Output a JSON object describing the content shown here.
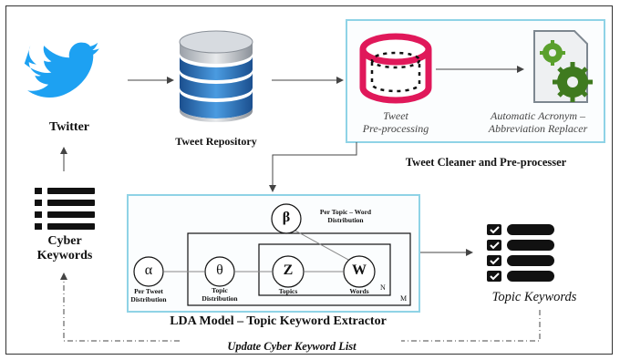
{
  "nodes": {
    "twitter": "Twitter",
    "tweet_repository": "Tweet Repository",
    "tweet_preprocessing": "Tweet\nPre-processing",
    "acronym_replacer": "Automatic Acronym –\nAbbreviation Replacer",
    "cleaner_group": "Tweet Cleaner and Pre-processer",
    "cyber_keywords": "Cyber\nKeywords",
    "topic_keywords": "Topic Keywords",
    "lda_title": "LDA Model – Topic Keyword Extractor",
    "feedback_label": "Update Cyber Keyword List"
  },
  "lda": {
    "alpha": {
      "symbol": "α",
      "caption": "Per Tweet\nDistribution"
    },
    "theta": {
      "symbol": "θ",
      "caption": "Topic\nDistribution"
    },
    "z": {
      "symbol": "Z",
      "caption": "Topics"
    },
    "w": {
      "symbol": "W",
      "caption": "Words"
    },
    "beta": {
      "symbol": "β",
      "caption": "Per Topic – Word\nDistribution"
    },
    "plate_n": "N",
    "plate_m": "M"
  },
  "colors": {
    "twitter_blue": "#1da1f2",
    "cleaner_border": "#8fd3e6",
    "magenta": "#e0185a",
    "gear_green": "#5aa02c",
    "database_blue": "#2a6fb8"
  }
}
